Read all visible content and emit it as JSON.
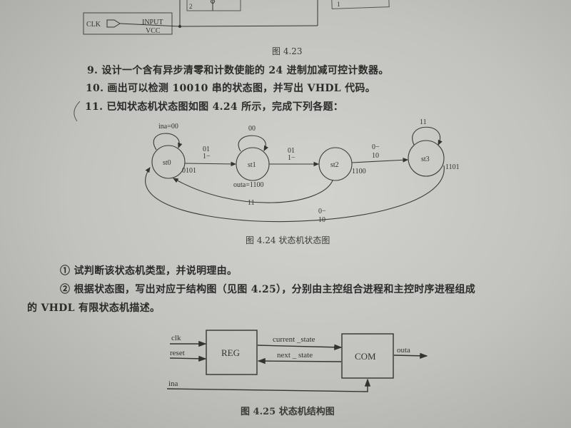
{
  "fig423": {
    "clk": "CLK",
    "input": "INPUT",
    "vcc": "VCC",
    "box_left_num": "2",
    "box_right_num": "1",
    "caption": "图 4.23"
  },
  "questions": [
    "9.  设计一个含有异步清零和计数使能的 24 进制加减可控计数器。",
    "10.  画出可以检测 10010 串的状态图，并写出 VHDL 代码。",
    "11.  已知状态机状态图如图 4.24 所示，完成下列各题："
  ],
  "fig424": {
    "states": [
      "st0",
      "st1",
      "st2",
      "st3"
    ],
    "self_loops": [
      "ina=00",
      "00",
      "11"
    ],
    "edge_st0_st1": [
      "01",
      "1−"
    ],
    "edge_st1_st2": [
      "01",
      "1−"
    ],
    "edge_st2_st3": [
      "0−",
      "10"
    ],
    "edge_st2_st0": "11",
    "edge_st3_st0": [
      "0−",
      "10"
    ],
    "outputs": [
      "0101",
      "outa=1100",
      "1100",
      "1101"
    ],
    "caption": "图 4.24    状态机状态图"
  },
  "subquestions": [
    "① 试判断该状态机类型，并说明理由。",
    "② 根据状态图，写出对应于结构图（见图 4.25），分别由主控组合进程和主控时序进程组成",
    "的 VHDL 有限状态机描述。"
  ],
  "fig425": {
    "reg": "REG",
    "com": "COM",
    "clk": "clk",
    "reset": "reset",
    "ina": "ina",
    "current_state": "current _state",
    "next_state": "next _ state",
    "outa": "outa",
    "caption": "图 4.25    状态机结构图"
  }
}
